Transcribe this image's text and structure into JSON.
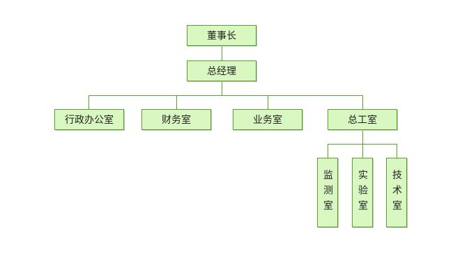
{
  "org_chart": {
    "chairman": "董事长",
    "general_manager": "总经理",
    "departments": [
      {
        "name": "行政办公室"
      },
      {
        "name": "财务室"
      },
      {
        "name": "业务室"
      },
      {
        "name": "总工室"
      }
    ],
    "sub_departments": [
      {
        "name": "监测室"
      },
      {
        "name": "实验室"
      },
      {
        "name": "技术室"
      }
    ]
  },
  "colors": {
    "node_fill": "#d9f7c1",
    "node_border": "#5aa02c",
    "connector": "#5aa02c"
  }
}
